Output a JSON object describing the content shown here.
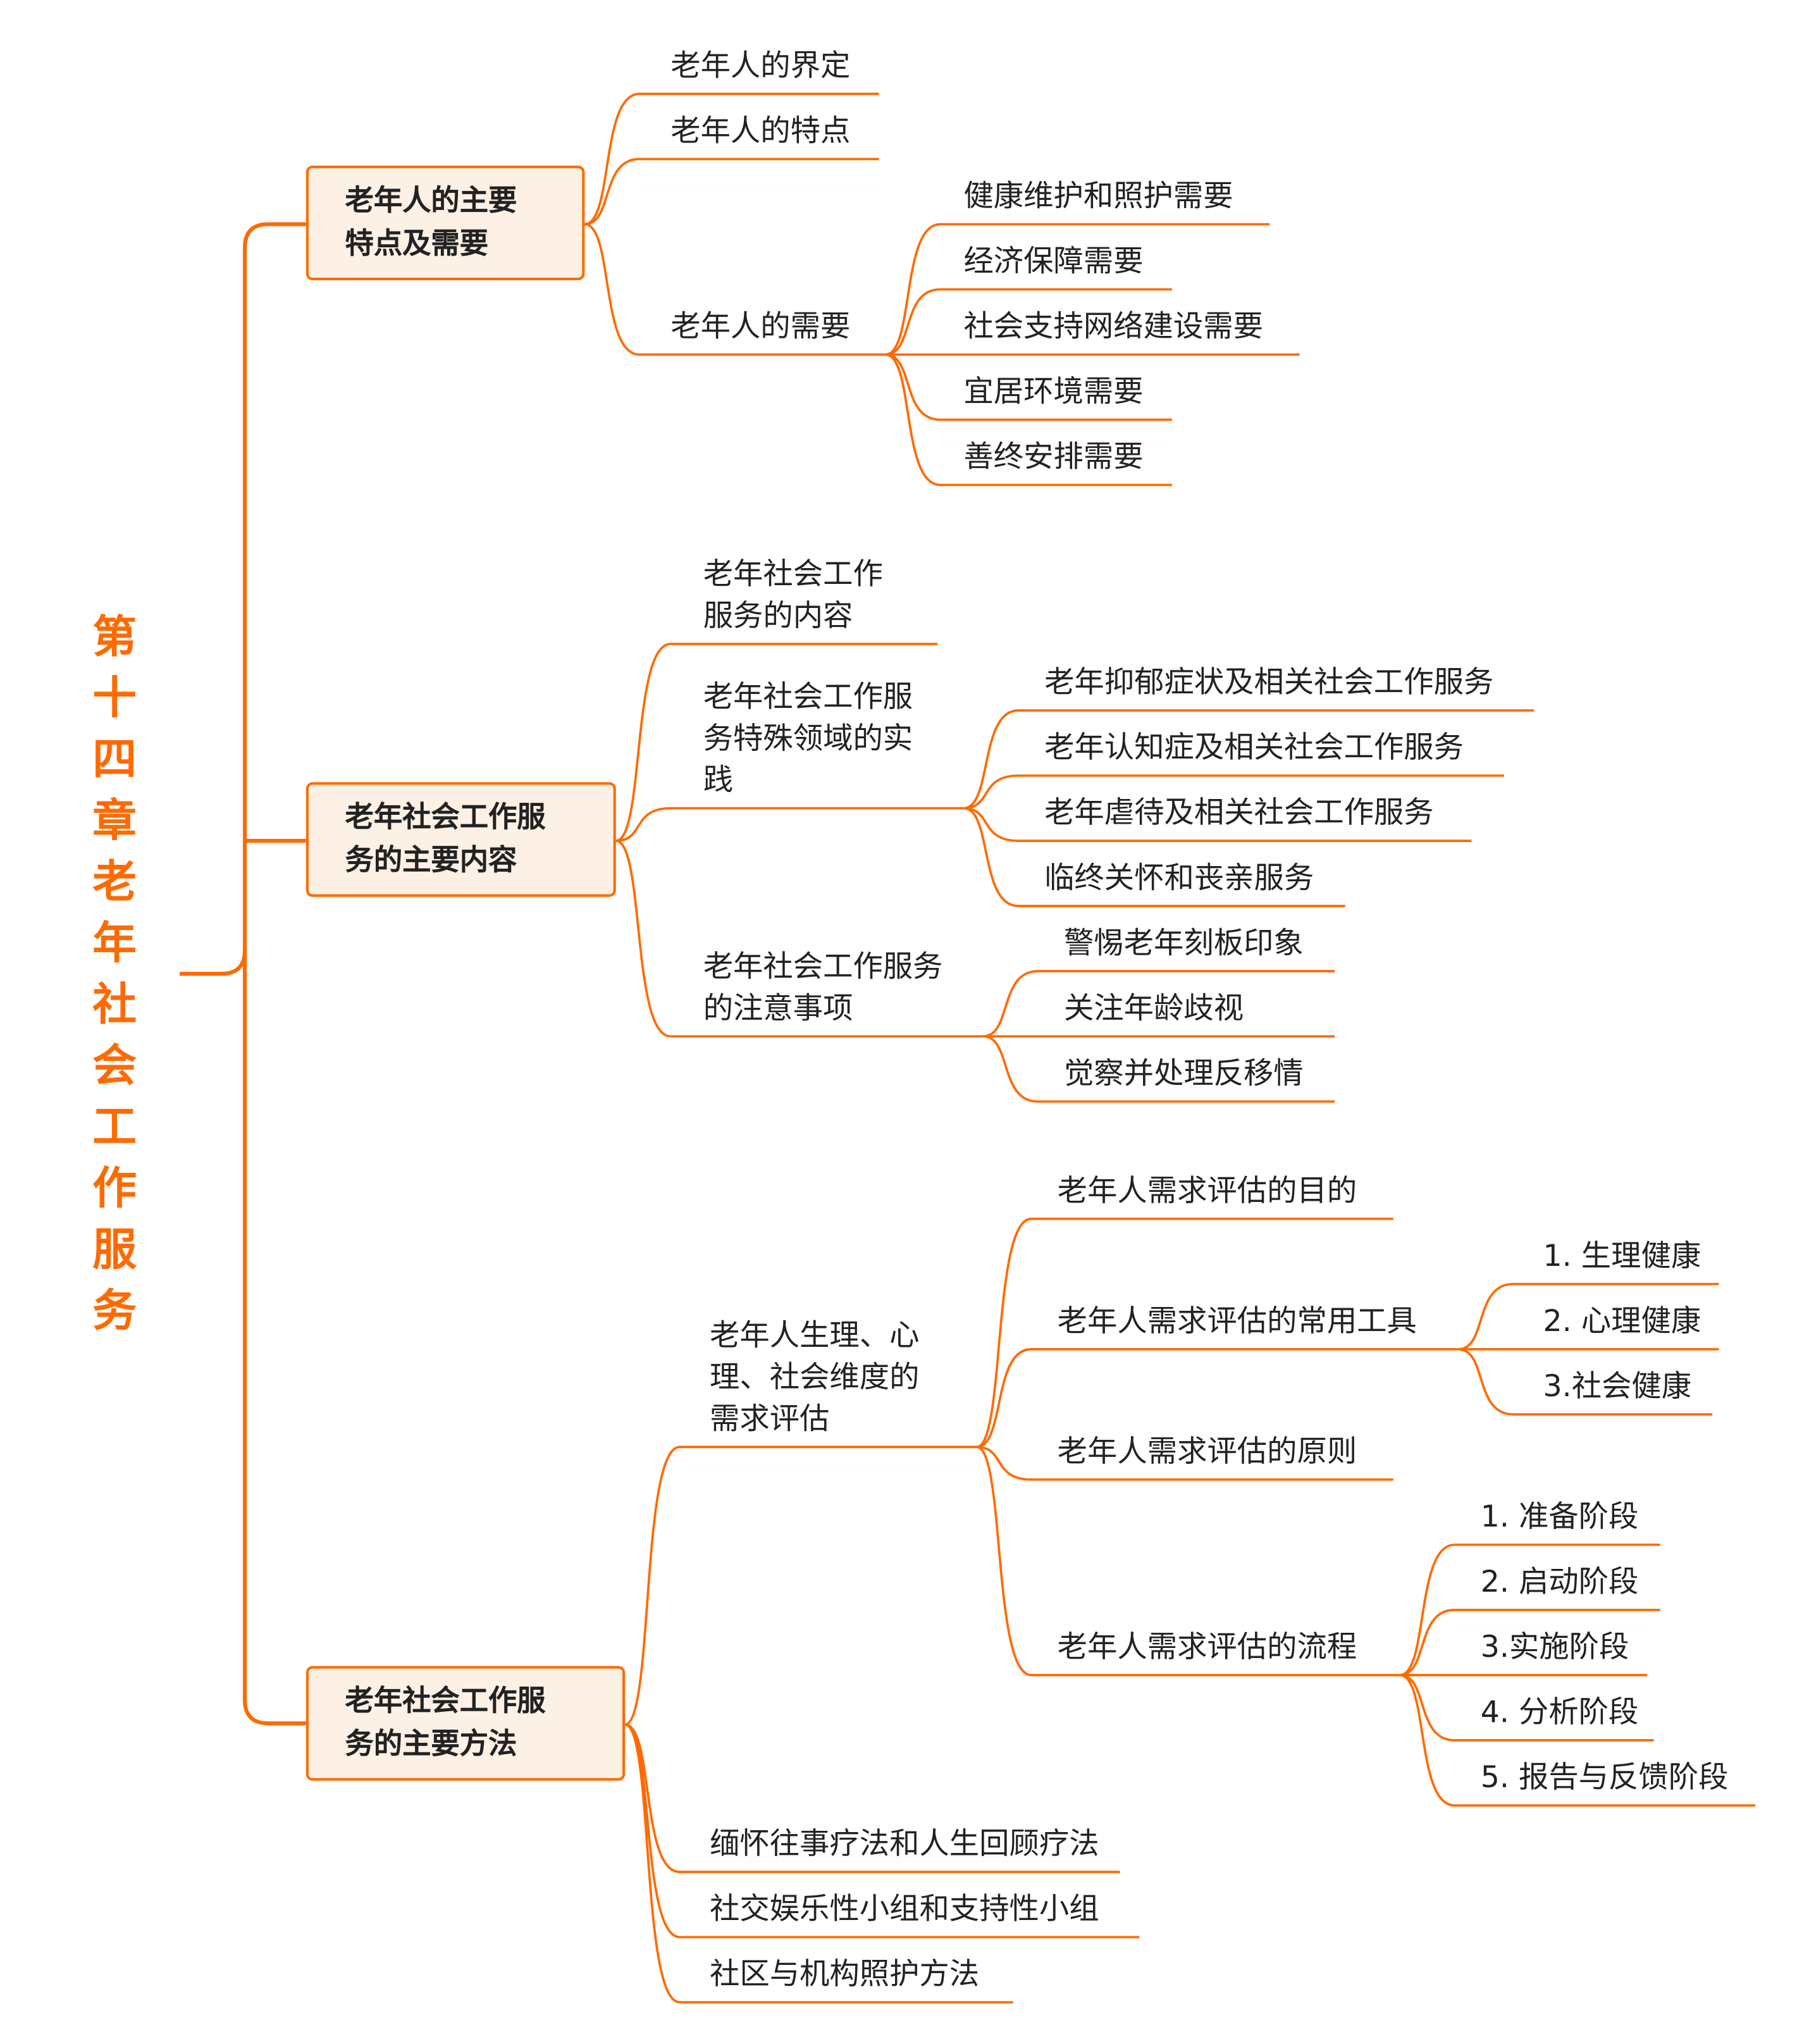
{
  "title": "第十四章老年社会工作服务",
  "colors": {
    "accent": "#FF6A00",
    "box_fill": "#FDF1E6",
    "text": "#222222"
  },
  "branches": [
    {
      "label": "老年人的主要\n特点及需要",
      "children": [
        {
          "label": "老年人的界定"
        },
        {
          "label": "老年人的特点"
        },
        {
          "label": "老年人的需要",
          "children": [
            {
              "label": "健康维护和照护需要"
            },
            {
              "label": "经济保障需要"
            },
            {
              "label": "社会支持网络建设需要"
            },
            {
              "label": "宜居环境需要"
            },
            {
              "label": "善终安排需要"
            }
          ]
        }
      ]
    },
    {
      "label": "老年社会工作服\n务的主要内容",
      "children": [
        {
          "label": "老年社会工作\n服务的内容"
        },
        {
          "label": "老年社会工作服\n务特殊领域的实\n践",
          "children": [
            {
              "label": "老年抑郁症状及相关社会工作服务"
            },
            {
              "label": "老年认知症及相关社会工作服务"
            },
            {
              "label": "老年虐待及相关社会工作服务"
            },
            {
              "label": "临终关怀和丧亲服务"
            }
          ]
        },
        {
          "label": "老年社会工作服务\n的注意事项",
          "children": [
            {
              "label": "警惕老年刻板印象"
            },
            {
              "label": "关注年龄歧视"
            },
            {
              "label": "觉察并处理反移情"
            }
          ]
        }
      ]
    },
    {
      "label": "老年社会工作服\n务的主要方法",
      "children": [
        {
          "label": "老年人生理、心\n理、社会维度的\n需求评估",
          "children": [
            {
              "label": "老年人需求评估的目的"
            },
            {
              "label": "老年人需求评估的常用工具",
              "children": [
                {
                  "label": "1. 生理健康"
                },
                {
                  "label": "2. 心理健康"
                },
                {
                  "label": "3.社会健康"
                }
              ]
            },
            {
              "label": "老年人需求评估的原则"
            },
            {
              "label": "老年人需求评估的流程",
              "children": [
                {
                  "label": "1. 准备阶段"
                },
                {
                  "label": "2. 启动阶段"
                },
                {
                  "label": "3.实施阶段"
                },
                {
                  "label": "4. 分析阶段"
                },
                {
                  "label": "5. 报告与反馈阶段"
                }
              ]
            }
          ]
        },
        {
          "label": "缅怀往事疗法和人生回顾疗法"
        },
        {
          "label": "社交娱乐性小组和支持性小组"
        },
        {
          "label": "社区与机构照护方法"
        }
      ]
    }
  ]
}
